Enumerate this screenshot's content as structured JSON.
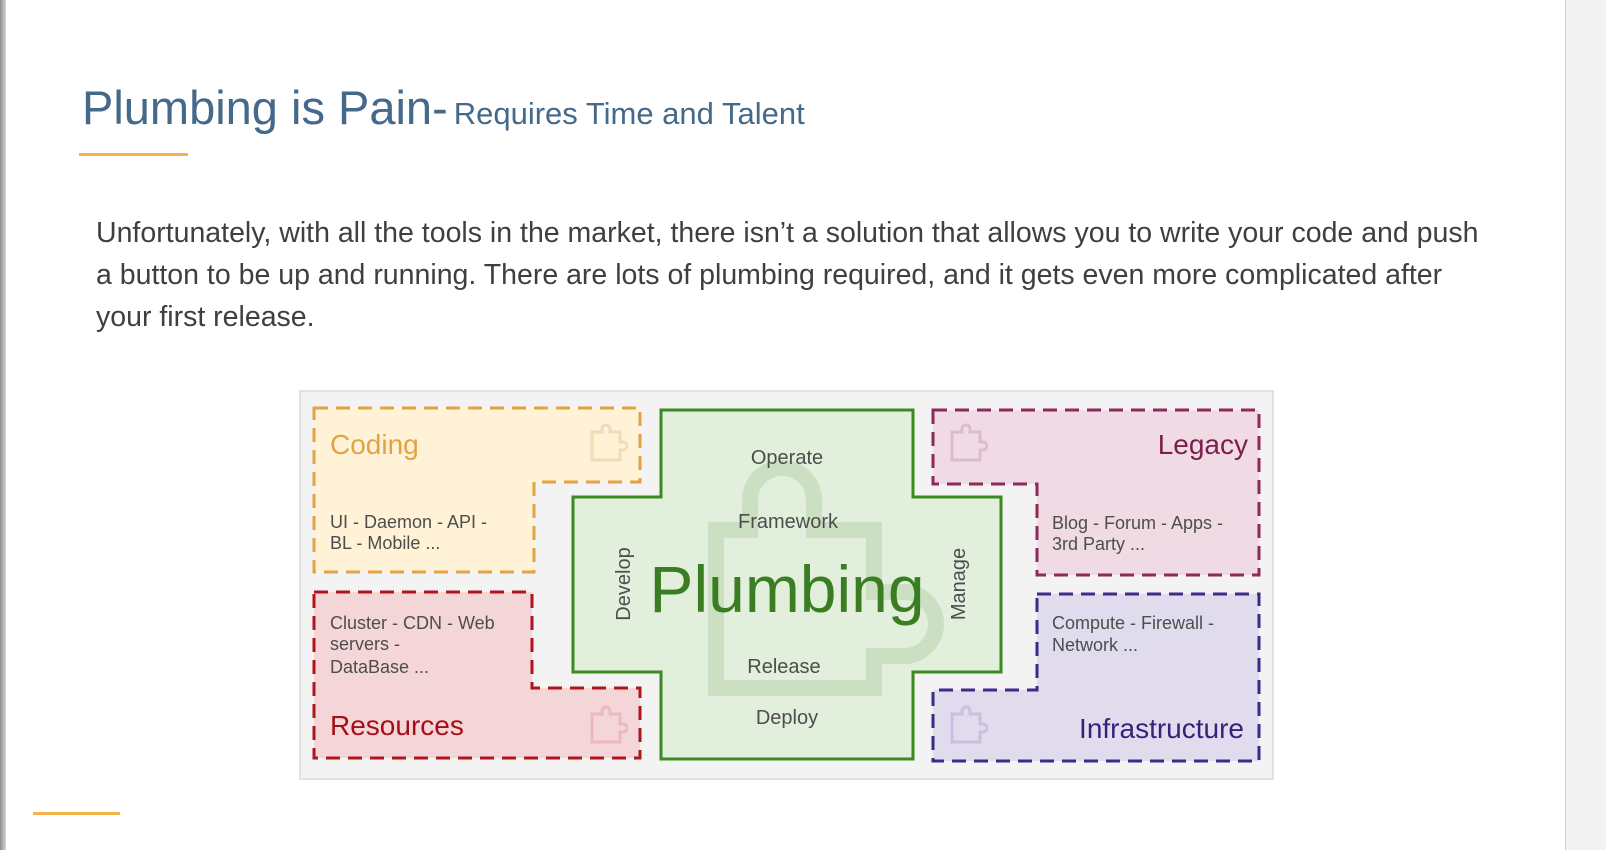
{
  "slide": {
    "title": "Plumbing is Pain-",
    "subtitle": "Requires Time and Talent",
    "intro": "Unfortunately, with all the tools in the market, there isn’t a solution that allows you to write your code and push a button to be up and running. There are lots of plumbing required, and it gets even more complicated after your first release."
  },
  "diagram": {
    "center": {
      "title": "Plumbing",
      "top_1": "Operate",
      "top_2": "Framework",
      "left": "Develop",
      "right": "Manage",
      "bottom_1": "Release",
      "bottom_2": "Deploy",
      "color": "#3b8a22"
    },
    "coding": {
      "title": "Coding",
      "line1": "UI - Daemon - API -",
      "line2": "BL - Mobile ...",
      "color": "#e3a345"
    },
    "legacy": {
      "title": "Legacy",
      "line1": "Blog - Forum - Apps -",
      "line2": "3rd Party ...",
      "color": "#8e2a5a"
    },
    "resources": {
      "title": "Resources",
      "line1": "Cluster - CDN - Web",
      "line2": "servers -",
      "line3": "DataBase ...",
      "color": "#b0141c"
    },
    "infrastructure": {
      "title": "Infrastructure",
      "line1": "Compute - Firewall -",
      "line2": "Network ...",
      "color": "#3e2a8a"
    },
    "icon": "puzzle-piece-icon"
  }
}
